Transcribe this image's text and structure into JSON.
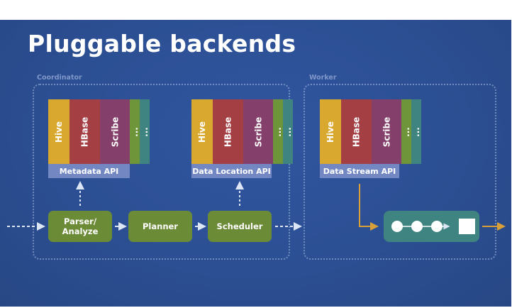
{
  "title": "Pluggable backends",
  "groups": {
    "coordinator": "Coordinator",
    "worker": "Worker"
  },
  "colors": {
    "hive": "#d9a82e",
    "hbase": "#a43f44",
    "scribe": "#84406a",
    "more1": "#6e953a",
    "more2": "#3f8480",
    "api": "#7388c3",
    "process": "#6b8b36",
    "pipeline": "#3f8480",
    "flow_arrow": "#d9a03a"
  },
  "stacks": [
    {
      "backends": [
        "Hive",
        "HBase",
        "Scribe",
        "...",
        "..."
      ],
      "api": "Metadata API"
    },
    {
      "backends": [
        "Hive",
        "HBase",
        "Scribe",
        "...",
        "..."
      ],
      "api": "Data Location API"
    },
    {
      "backends": [
        "Hive",
        "HBase",
        "Scribe",
        "...",
        "..."
      ],
      "api": "Data Stream API"
    }
  ],
  "process": {
    "parser_line1": "Parser/",
    "parser_line2": "Analyze",
    "planner": "Planner",
    "scheduler": "Scheduler"
  },
  "pipeline": {
    "nodes": 3,
    "sink": "square"
  }
}
